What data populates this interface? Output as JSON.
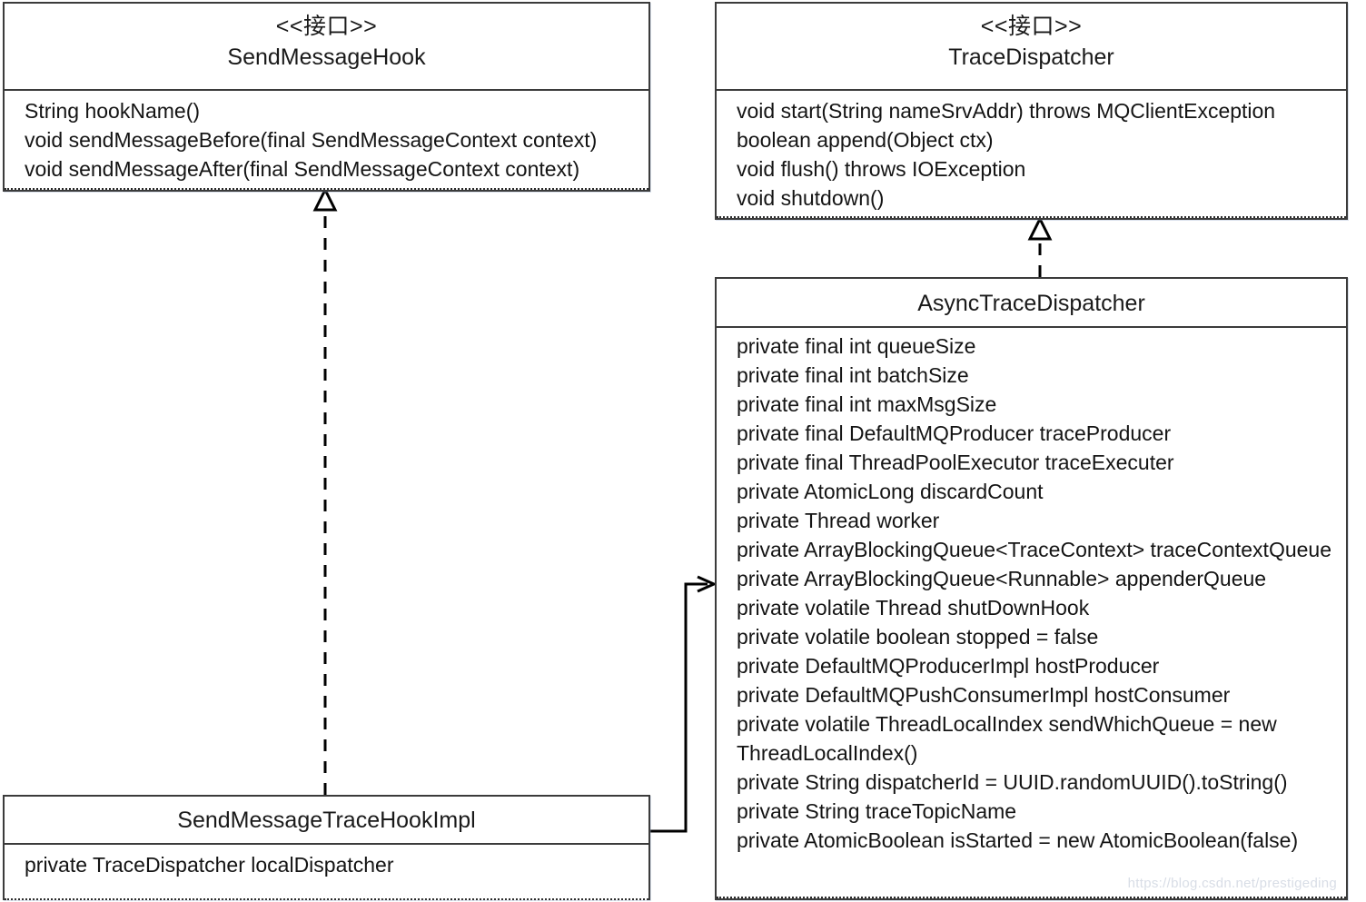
{
  "diagram": {
    "title": "RocketMQ message trace class diagram",
    "colors": {
      "box_border": "#3b3b3b",
      "text": "#141414",
      "connector": "#000000",
      "background": "#ffffff",
      "watermark": "#d8dde6"
    },
    "watermark_text": "https://blog.csdn.net/prestigeding"
  },
  "classes": {
    "send_message_hook": {
      "stereotype": "<<接口>>",
      "name": "SendMessageHook",
      "members": [
        "String hookName()",
        "void sendMessageBefore(final SendMessageContext context)",
        "void sendMessageAfter(final SendMessageContext context)"
      ]
    },
    "trace_dispatcher": {
      "stereotype": "<<接口>>",
      "name": "TraceDispatcher",
      "members": [
        "void start(String nameSrvAddr) throws MQClientException",
        "boolean append(Object ctx)",
        "void flush() throws IOException",
        "void shutdown()"
      ]
    },
    "async_trace_dispatcher": {
      "stereotype": "",
      "name": "AsyncTraceDispatcher",
      "members": [
        "private final int queueSize",
        "private final int batchSize",
        "private final int maxMsgSize",
        "private final DefaultMQProducer traceProducer",
        "private final ThreadPoolExecutor traceExecuter",
        "private AtomicLong discardCount",
        "private Thread worker",
        "private ArrayBlockingQueue<TraceContext> traceContextQueue",
        "private ArrayBlockingQueue<Runnable> appenderQueue",
        "private volatile Thread shutDownHook",
        "private volatile boolean stopped = false",
        "private DefaultMQProducerImpl hostProducer",
        "private DefaultMQPushConsumerImpl hostConsumer",
        "private volatile ThreadLocalIndex sendWhichQueue = new ThreadLocalIndex()",
        "private String dispatcherId = UUID.randomUUID().toString()",
        "private String traceTopicName",
        "private AtomicBoolean isStarted = new AtomicBoolean(false)"
      ]
    },
    "send_message_trace_hook_impl": {
      "stereotype": "",
      "name": "SendMessageTraceHookImpl",
      "members": [
        "private TraceDispatcher localDispatcher"
      ]
    }
  },
  "relations": [
    {
      "id": "impl-hook",
      "type": "realization",
      "from": "SendMessageTraceHookImpl",
      "to": "SendMessageHook",
      "line_style": "dashed",
      "arrowhead": "hollow-triangle"
    },
    {
      "id": "async-dispatcher",
      "type": "realization",
      "from": "AsyncTraceDispatcher",
      "to": "TraceDispatcher",
      "line_style": "dashed",
      "arrowhead": "hollow-triangle"
    },
    {
      "id": "hookimpl-uses-async",
      "type": "association",
      "from": "SendMessageTraceHookImpl",
      "to": "AsyncTraceDispatcher",
      "line_style": "solid",
      "arrowhead": "open-arrow"
    }
  ]
}
